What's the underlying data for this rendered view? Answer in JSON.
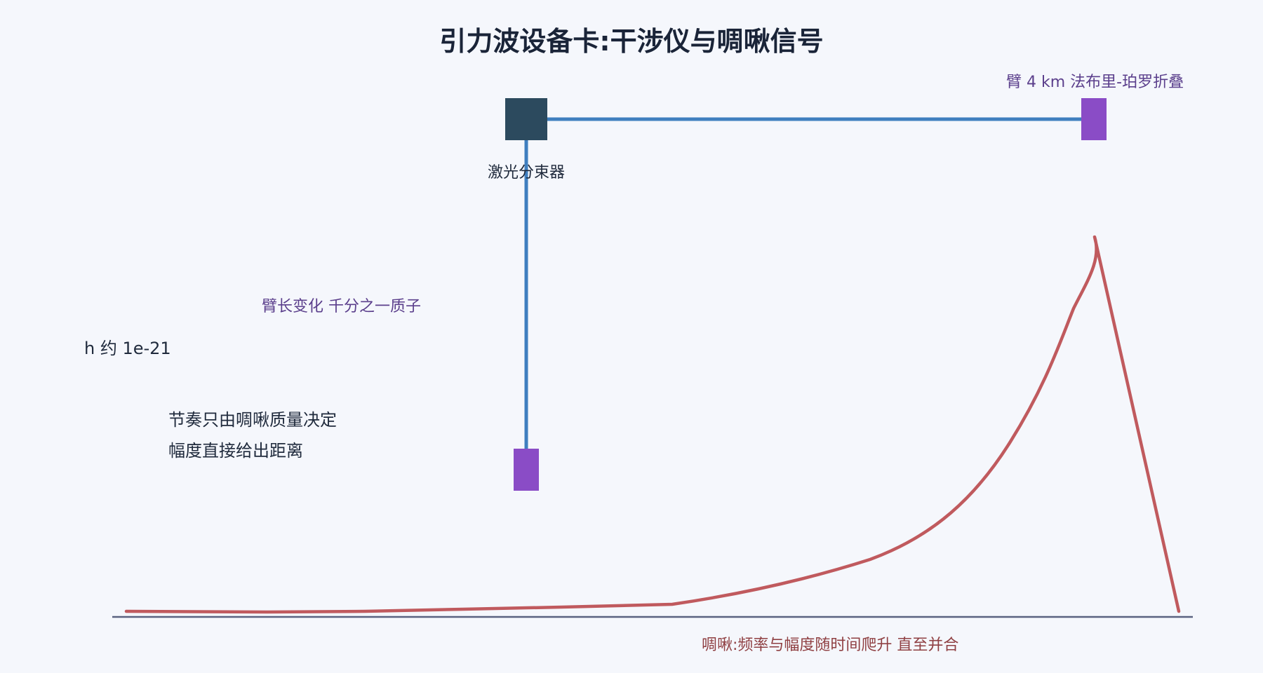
{
  "title": "引力波设备卡:干涉仪与啁啾信号",
  "labels": {
    "arm_length": "臂 4 km 法布里-珀罗折叠",
    "beam_splitter": "激光分束器",
    "arm_change": "臂长变化 千分之一质子",
    "strain": "h 约 1e-21",
    "note_rhythm": "节奏只由啁啾质量决定",
    "note_amplitude": "幅度直接给出距离",
    "chirp_caption": "啁啾:频率与幅度随时间爬升 直至并合"
  },
  "colors": {
    "beam": "#3f7fbf",
    "splitter": "#2c4a5e",
    "mirror": "#8a4cc6",
    "chirp": "#c05a5e",
    "baseline": "#5a6280",
    "title": "#1a2438"
  }
}
